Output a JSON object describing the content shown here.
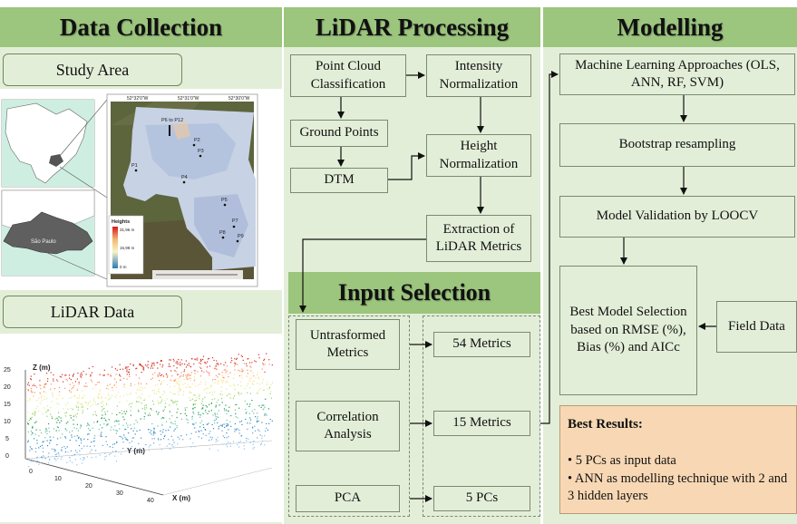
{
  "sections": {
    "data_collection": "Data Collection",
    "lidar_processing": "LiDAR Processing",
    "modelling": "Modelling",
    "input_selection": "Input Selection"
  },
  "data_collection": {
    "study_area_label": "Study Area",
    "lidar_data_label": "LiDAR Data",
    "map": {
      "lon_ticks": [
        "52°32'0\"W",
        "52°31'0\"W",
        "52°30'0\"W"
      ],
      "plot_labels": [
        "P6 to P12",
        "P2",
        "P3",
        "P1",
        "P4",
        "P5",
        "P7",
        "P8",
        "P9"
      ],
      "legend_title": "Heights",
      "legend_values": [
        "31,96 m",
        "15,98 m",
        "0 m"
      ],
      "region_label": "São Paulo"
    },
    "pointcloud": {
      "z_label": "Z (m)",
      "y_label": "Y (m)",
      "x_label": "X (m)",
      "z_ticks": [
        "25",
        "20",
        "15",
        "10",
        "5",
        "0"
      ],
      "x_ticks": [
        "0",
        "10",
        "20",
        "30",
        "40"
      ]
    }
  },
  "lidar_processing": {
    "point_cloud": "Point Cloud Classification",
    "intensity": "Intensity Normalization",
    "ground_points": "Ground Points",
    "dtm": "DTM",
    "height": "Height Normalization",
    "extraction": "Extraction of LiDAR Metrics"
  },
  "input_selection": {
    "untransformed": "Untrasformed Metrics",
    "correlation": "Correlation Analysis",
    "pca": "PCA",
    "m54": "54 Metrics",
    "m15": "15 Metrics",
    "pcs": "5 PCs"
  },
  "modelling": {
    "ml": "Machine Learning Approaches (OLS, ANN, RF, SVM)",
    "bootstrap": "Bootstrap resampling",
    "validation": "Model Validation by LOOCV",
    "best_model": "Best Model Selection based on RMSE (%), Bias (%) and AICc",
    "field": "Field Data",
    "results_title": "Best Results:",
    "results_items": [
      "• 5 PCs as input data",
      "• ANN as modelling technique with 2 and 3 hidden layers"
    ]
  }
}
